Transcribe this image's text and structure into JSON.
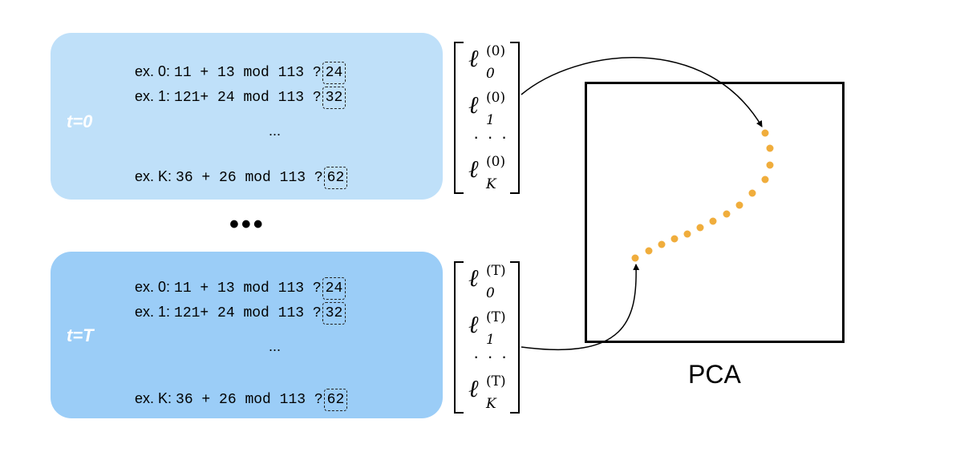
{
  "panels": [
    {
      "time_label": "t=0",
      "rows": [
        {
          "label": "ex. 0:",
          "expr": "11 + 13 mod 113 ?",
          "answer": "24"
        },
        {
          "label": "ex. 1:",
          "expr": "121+ 24 mod 113 ?",
          "answer": "32"
        },
        {
          "label": "ex. K:",
          "expr": "36 + 26 mod 113 ?",
          "answer": "62"
        }
      ],
      "ellipsis": "..."
    },
    {
      "time_label": "t=T",
      "rows": [
        {
          "label": "ex. 0:",
          "expr": "11 + 13 mod 113 ?",
          "answer": "24"
        },
        {
          "label": "ex. 1:",
          "expr": "121+ 24 mod 113 ?",
          "answer": "32"
        },
        {
          "label": "ex. K:",
          "expr": "36 + 26 mod 113 ?",
          "answer": "62"
        }
      ],
      "ellipsis": "..."
    }
  ],
  "between_panels": "•••",
  "vectors": [
    {
      "entries": [
        {
          "symbol": "ℓ",
          "sup": "(0)",
          "sub": "0"
        },
        {
          "symbol": "ℓ",
          "sup": "(0)",
          "sub": "1"
        },
        {
          "symbol": "ℓ",
          "sup": "(0)",
          "sub": "K"
        }
      ],
      "dots": "· · ·"
    },
    {
      "entries": [
        {
          "symbol": "ℓ",
          "sup": "(T)",
          "sub": "0"
        },
        {
          "symbol": "ℓ",
          "sup": "(T)",
          "sub": "1"
        },
        {
          "symbol": "ℓ",
          "sup": "(T)",
          "sub": "K"
        }
      ],
      "dots": "· · ·"
    }
  ],
  "pca": {
    "label": "PCA",
    "point_color": "#f0ad3c"
  },
  "colors": {
    "panel_top": "#bfe0f9",
    "panel_bottom": "#9bcdf7"
  }
}
